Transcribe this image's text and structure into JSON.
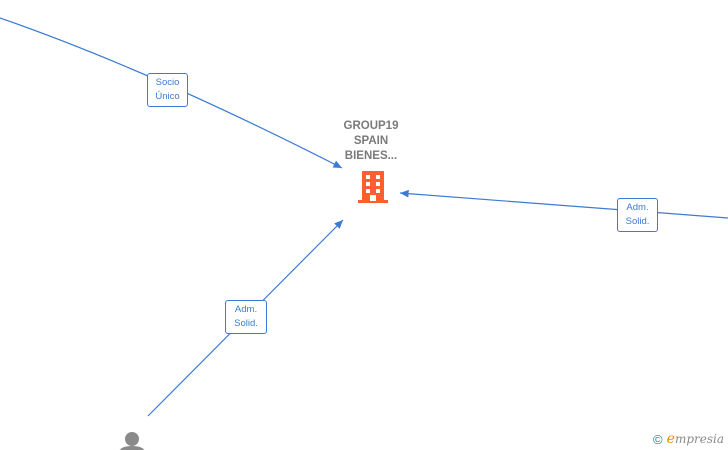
{
  "colors": {
    "edge": "#3a7bd5",
    "company": "#ff5f2e",
    "person": "#8a8a8a",
    "title": "#7a7a7a"
  },
  "company": {
    "title_lines": [
      "GROUP19",
      "SPAIN",
      "BIENES..."
    ],
    "icon": "building-icon"
  },
  "edges": [
    {
      "id": "socio-unico",
      "label_lines": [
        "Socio",
        "Único"
      ]
    },
    {
      "id": "adm-solid-right",
      "label_lines": [
        "Adm.",
        "Solid."
      ]
    },
    {
      "id": "adm-solid-bottom",
      "label_lines": [
        "Adm.",
        "Solid."
      ]
    }
  ],
  "person": {
    "icon": "person-icon"
  },
  "watermark": {
    "symbol": "©",
    "brand_initial": "e",
    "brand_rest": "mpresia"
  }
}
